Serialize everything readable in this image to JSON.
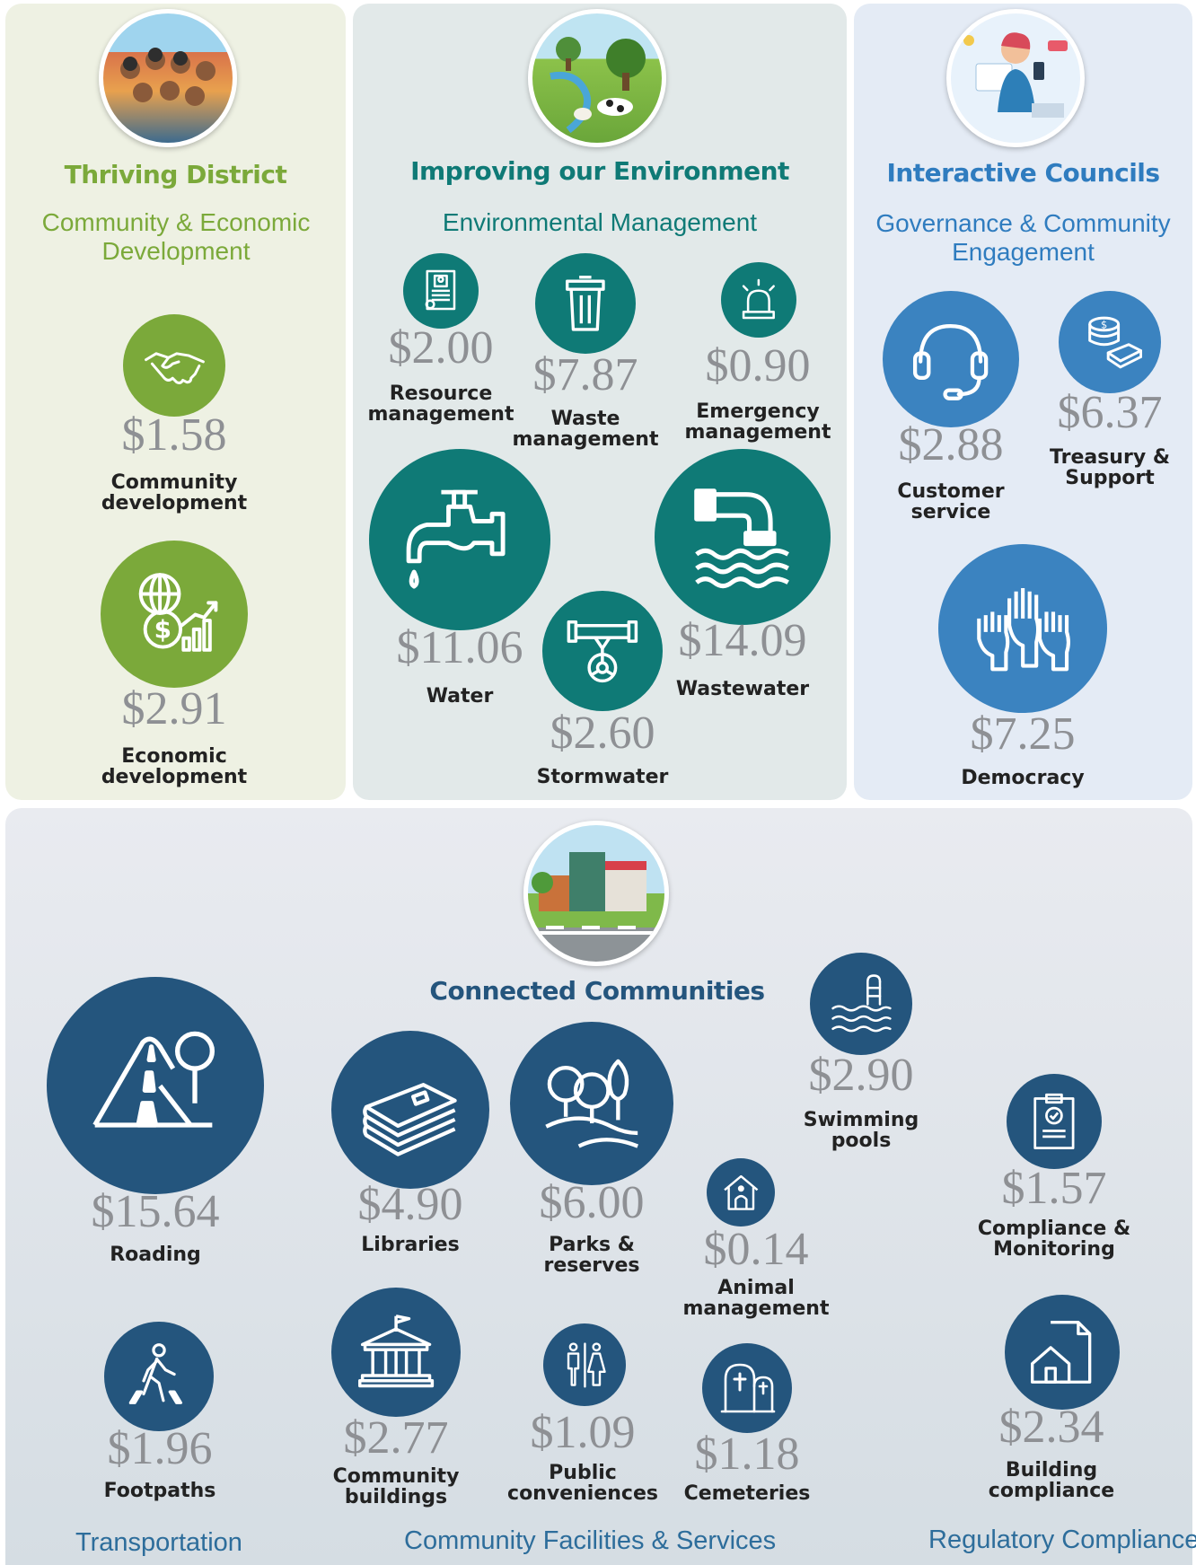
{
  "thriving": {
    "title": "Thriving District",
    "subtitle": "Community & Economic Development",
    "items": [
      {
        "price": "$1.58",
        "label": "Community development",
        "icon": "handshake-icon"
      },
      {
        "price": "$2.91",
        "label": "Economic development",
        "icon": "globe-dollar-chart-icon"
      }
    ]
  },
  "environment": {
    "title": "Improving our Environment",
    "subtitle": "Environmental Management",
    "items": [
      {
        "price": "$2.00",
        "label": "Resource management",
        "icon": "document-certificate-icon"
      },
      {
        "price": "$7.87",
        "label": "Waste management",
        "icon": "bin-icon"
      },
      {
        "price": "$0.90",
        "label": "Emergency management",
        "icon": "alarm-light-icon"
      },
      {
        "price": "$11.06",
        "label": "Water",
        "icon": "tap-icon"
      },
      {
        "price": "$14.09",
        "label": "Wastewater",
        "icon": "outfall-pipe-icon"
      },
      {
        "price": "$2.60",
        "label": "Stormwater",
        "icon": "pipe-valve-icon"
      }
    ]
  },
  "interactive": {
    "title": "Interactive Councils",
    "subtitle": "Governance & Community Engagement",
    "items": [
      {
        "price": "$2.88",
        "label": "Customer service",
        "icon": "headset-icon"
      },
      {
        "price": "$6.37",
        "label": "Treasury & Support",
        "icon": "coins-money-icon"
      },
      {
        "price": "$7.25",
        "label": "Democracy",
        "icon": "raised-hands-icon"
      }
    ]
  },
  "connected": {
    "title": "Connected Communities",
    "sections": {
      "transportation": "Transportation",
      "facilities": "Community Facilities & Services",
      "regulatory": "Regulatory Compliance"
    },
    "items": [
      {
        "price": "$15.64",
        "label": "Roading",
        "icon": "road-sign-icon"
      },
      {
        "price": "$1.96",
        "label": "Footpaths",
        "icon": "pedestrian-crossing-icon"
      },
      {
        "price": "$4.90",
        "label": "Libraries",
        "icon": "books-stack-icon"
      },
      {
        "price": "$6.00",
        "label": "Parks & reserves",
        "icon": "trees-park-icon"
      },
      {
        "price": "$2.90",
        "label": "Swimming pools",
        "icon": "pool-ladder-icon"
      },
      {
        "price": "$0.14",
        "label": "Animal management",
        "icon": "dog-kennel-icon"
      },
      {
        "price": "$2.77",
        "label": "Community buildings",
        "icon": "civic-building-icon"
      },
      {
        "price": "$1.09",
        "label": "Public conveniences",
        "icon": "toilet-people-icon"
      },
      {
        "price": "$1.18",
        "label": "Cemeteries",
        "icon": "headstone-icon"
      },
      {
        "price": "$1.57",
        "label": "Compliance & Monitoring",
        "icon": "clipboard-check-icon"
      },
      {
        "price": "$2.34",
        "label": "Building compliance",
        "icon": "house-document-icon"
      }
    ]
  },
  "colors": {
    "thriving": "#7ba93a",
    "environment": "#0f7a76",
    "interactive": "#3b83c0",
    "connected": "#24557d",
    "price_grey": "#8e9094"
  }
}
